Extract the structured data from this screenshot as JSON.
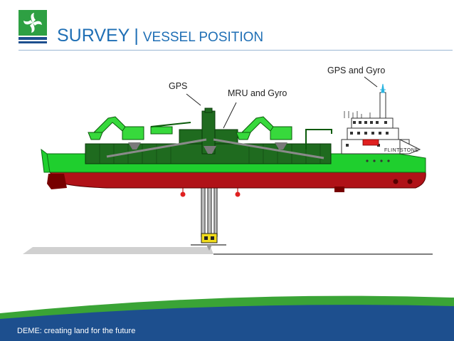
{
  "header": {
    "title_main": "SURVEY",
    "title_separator": "|",
    "title_sub": "VESSEL POSITION"
  },
  "labels": {
    "gps": "GPS",
    "mru_gyro": "MRU and Gyro",
    "gps_gyro": "GPS and Gyro"
  },
  "ship": {
    "name": "FLINTSTONE"
  },
  "footer": {
    "tagline": "DEME: creating land for the future"
  },
  "colors": {
    "brand_blue": "#1f6fb5",
    "hull_green": "#1fcf2e",
    "hull_red": "#b01218",
    "footer_blue": "#1d4f8e",
    "footer_green": "#3aa436"
  },
  "icons": {
    "logo": "deme-logo-icon"
  }
}
